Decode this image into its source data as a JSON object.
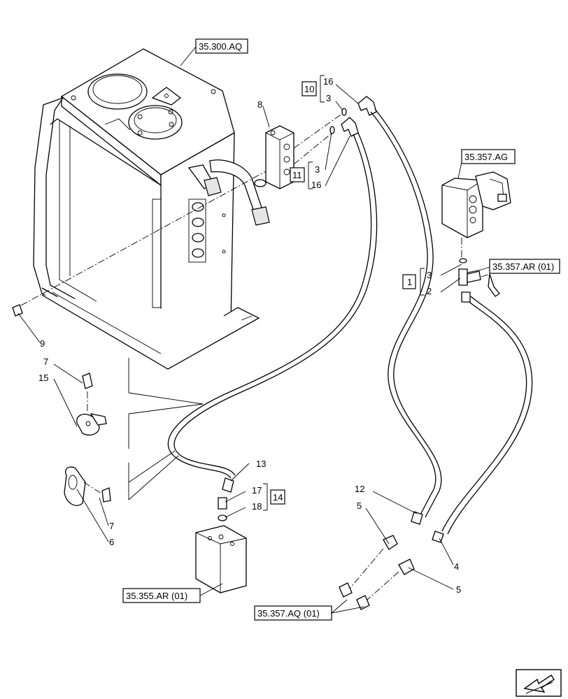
{
  "references": {
    "tank": "35.300.AQ",
    "valve_block": "35.357.AG",
    "adapter": "35.357.AR (01)",
    "lower_block": "35.355.AR (01)",
    "couplers": "35.357.AQ (01)"
  },
  "kits": {
    "k10": "10",
    "k11": "11",
    "k1": "1",
    "k14": "14"
  },
  "callouts": {
    "c16a": "16",
    "c3a": "3",
    "c3b": "3",
    "c16b": "16",
    "c8": "8",
    "c3c": "3",
    "c2": "2",
    "c9": "9",
    "c7a": "7",
    "c15": "15",
    "c7b": "7",
    "c6": "6",
    "c13": "13",
    "c17": "17",
    "c18": "18",
    "c12": "12",
    "c5a": "5",
    "c4": "4",
    "c5b": "5"
  },
  "icons": {
    "nav": "arrow-icon"
  }
}
